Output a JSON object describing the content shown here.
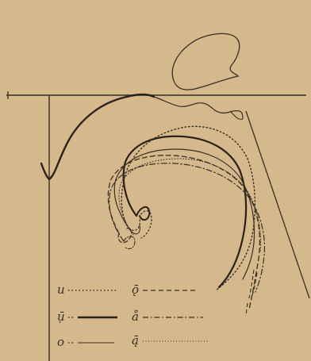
{
  "figure": {
    "background_color": "#d5b98c",
    "ink_color": "#3a2f22"
  },
  "legend": {
    "left": [
      {
        "label": "u",
        "line_style": "dotted"
      },
      {
        "label": "ụ̄",
        "line_style": "bold solid"
      },
      {
        "label": "o",
        "line_style": "thin solid"
      }
    ],
    "right": [
      {
        "label": "ǭ",
        "line_style": "dashed"
      },
      {
        "label": "å",
        "line_style": "dash-dot"
      },
      {
        "label": "ą̄",
        "line_style": "fine dotted"
      }
    ]
  }
}
